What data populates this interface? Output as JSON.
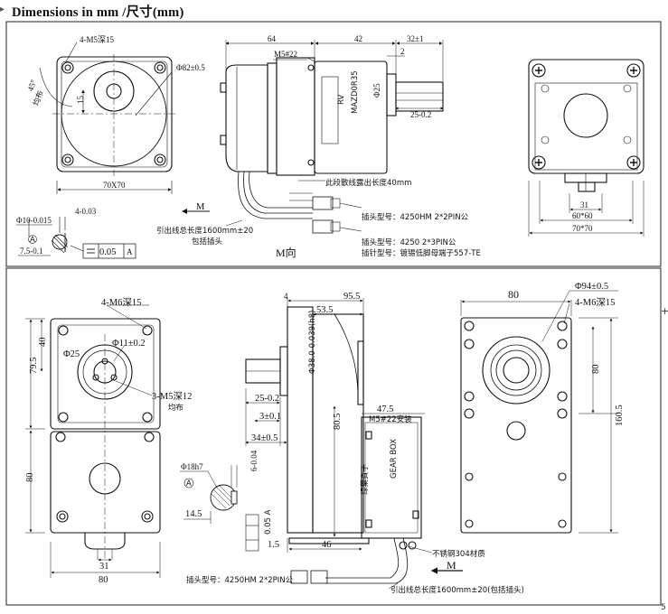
{
  "header": {
    "title": "Dimensions in mm   /尺寸(mm)"
  },
  "top_panel": {
    "front_view": {
      "hole_note": "4-M5深15",
      "angle_note": "45°",
      "angle_sub": "均布",
      "flange_dia": "Φ82±0.5",
      "pitch": "15",
      "size": "70X70"
    },
    "shaft_detail": {
      "shaft_dia": "Φ10-0.015",
      "flat": "4-0.03",
      "flat_tol": "0.05",
      "flat_ref": "A",
      "datum": "A",
      "depth": "7.5-0.1"
    },
    "side_view": {
      "len_motor": "64",
      "len_gear": "42",
      "len_shaft": "32±1",
      "shaft_step": "2",
      "screw": "M5#22",
      "bore": "Φ25",
      "shaft_len": "25-0.2",
      "exposed_note": "此段散线露出长度40mm",
      "dir_label": "M",
      "lead_note": "引出线总长度1600mm±20",
      "lead_note2": "包括插头",
      "plug1": "插头型号：4250HM 2*2PIN公",
      "plug2": "插头型号：4250 2*3PIN公",
      "pin": "插针型号：镀锡低脚母端子557-TE",
      "view_label": "M向",
      "label_text1": "MAZD0R35",
      "label_text2": "RV"
    },
    "rear_view": {
      "dim_small": "31",
      "dim_mid": "60*60",
      "dim_big": "70*70"
    }
  },
  "bottom_panel": {
    "front_view": {
      "hole_note": "4-M6深15",
      "h_top": "40",
      "h_total": "79.5",
      "bore": "Φ25",
      "shaft_dia": "Φ11±0.2",
      "screw_note": "3-M5深12",
      "screw_sub": "均布",
      "h_lower": "80",
      "w_inner": "31",
      "w_total": "80"
    },
    "shaft_section": {
      "dia": "Φ18h7",
      "datum": "A",
      "key": "6-0.04",
      "key_sub": "0",
      "depth": "14.5",
      "tol": "0.05 A"
    },
    "side_view": {
      "len_gear": "95.5",
      "len_body": "53.5",
      "flange_th": "4",
      "shaft_len": "25-0.2",
      "step": "3±0.1",
      "shaft_total": "34±0.5",
      "shaft_dia": "Φ38.0-0.039(h8)",
      "motor_h": "80.5",
      "motor_len": "47.5",
      "screw": "M5#22安装",
      "gap": "1.5",
      "base_len": "46",
      "steel_note": "不锈钢304材质",
      "dir_label": "M",
      "plug": "插头型号：4250HM 2*2PIN公",
      "lead_note": "引出线总长度1600mm±20(包括插头)",
      "label_a": "绿葉賓子",
      "label_b": "GEAR BOX"
    },
    "rear_view": {
      "w_top": "80",
      "flange_dia": "Φ94±0.5",
      "hole_note": "4-M6深15",
      "h_mid": "80",
      "h_total": "160.5"
    }
  },
  "side_marks": {
    "plus": "+",
    "corner": "5"
  }
}
